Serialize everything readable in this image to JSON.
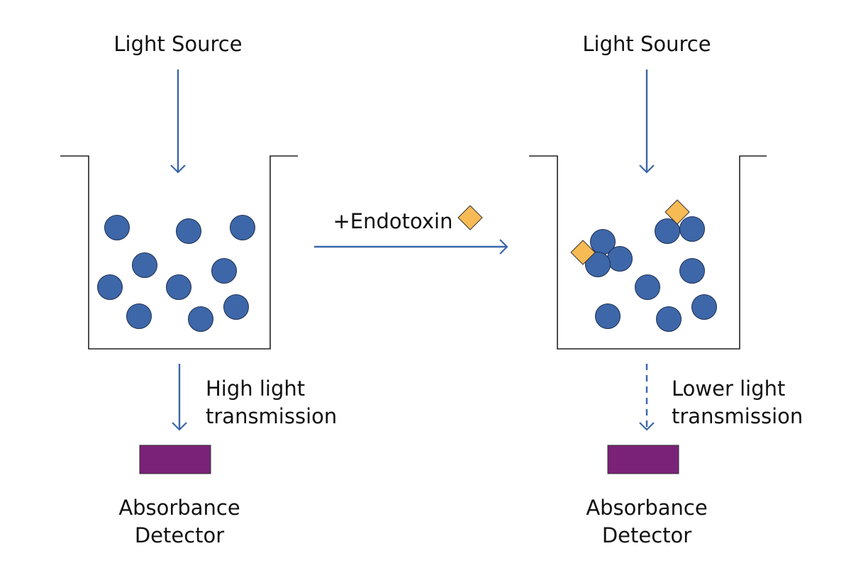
{
  "colors": {
    "arrow": "#3a67a8",
    "bead": "#3d67a8",
    "endotoxin": "#f7bb55",
    "detector": "#7a2178",
    "vessel": "#222222"
  },
  "left_panel": {
    "light_source": "Light Source",
    "transmission_line1": "High light",
    "transmission_line2": "transmission",
    "detector_line1": "Absorbance",
    "detector_line2": "Detector"
  },
  "middle": {
    "reagent_label": "+Endotoxin",
    "reagent_icon": "diamond-icon"
  },
  "right_panel": {
    "light_source": "Light Source",
    "transmission_line1": "Lower light",
    "transmission_line2": "transmission",
    "detector_line1": "Absorbance",
    "detector_line2": "Detector"
  }
}
